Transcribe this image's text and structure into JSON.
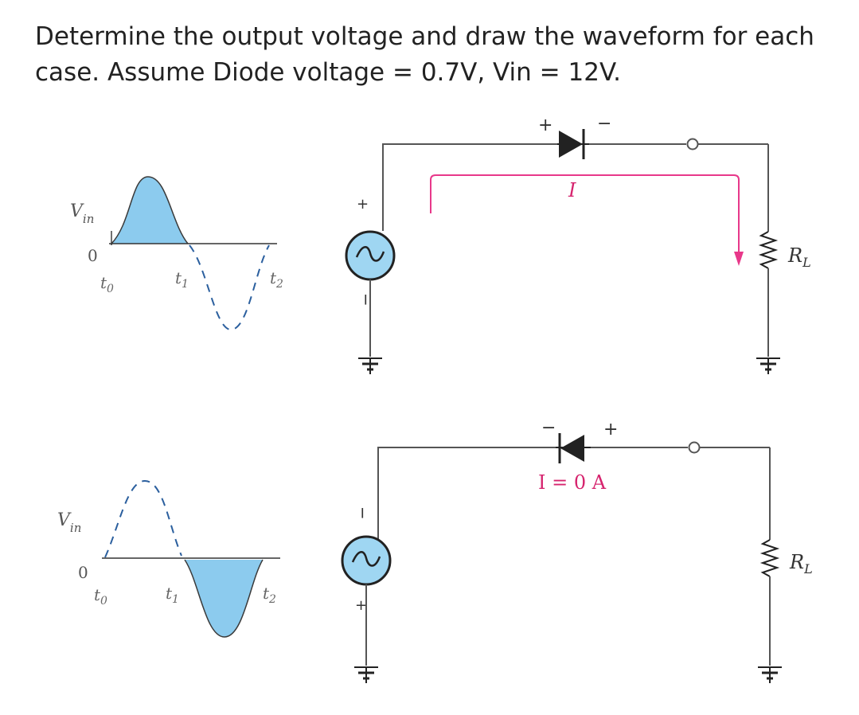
{
  "question": {
    "line1": "Determine the output voltage and draw the waveform for each",
    "line2": "case. Assume Diode voltage = 0.7V, Vin = 12V."
  },
  "case1": {
    "waveform": {
      "axis_label_main": "V",
      "axis_label_sub": "in",
      "zero_label": "0",
      "t0": "t",
      "t0_sub": "0",
      "t1": "t",
      "t1_sub": "1",
      "t2": "t",
      "t2_sub": "2"
    },
    "circuit": {
      "diode_plus": "+",
      "diode_minus": "−",
      "source_plus": "+",
      "source_minus": "−",
      "current_label": "I",
      "load_label": "R",
      "load_sub": "L"
    }
  },
  "case2": {
    "waveform": {
      "axis_label_main": "V",
      "axis_label_sub": "in",
      "zero_label": "0",
      "t0": "t",
      "t0_sub": "0",
      "t1": "t",
      "t1_sub": "1",
      "t2": "t",
      "t2_sub": "2"
    },
    "circuit": {
      "diode_plus": "+",
      "diode_minus": "−",
      "source_plus": "+",
      "source_minus": "−",
      "current_label": "I = 0 A",
      "load_label": "R",
      "load_sub": "L"
    }
  },
  "colors": {
    "fill": "#8ccbee",
    "wire": "#555555",
    "arrow": "#e8388a",
    "current_text": "#d6246e",
    "source_fill": "#9fd6f2",
    "text": "#222222"
  }
}
